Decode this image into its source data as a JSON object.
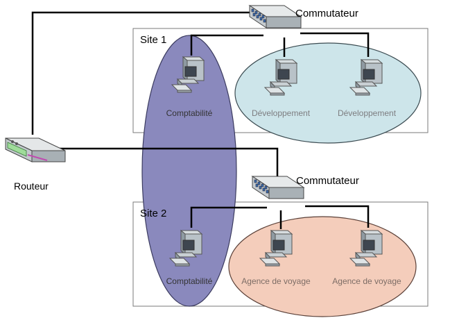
{
  "diagram": {
    "routeur": {
      "label": "Routeur"
    },
    "sites": [
      {
        "label": "Site 1",
        "switch_label": "Commutateur",
        "pcs": [
          {
            "label": "Comptabilité"
          },
          {
            "label": "Développement"
          },
          {
            "label": "Développement"
          }
        ]
      },
      {
        "label": "Site 2",
        "switch_label": "Commutateur",
        "pcs": [
          {
            "label": "Comptabilité"
          },
          {
            "label": "Agence de voyage"
          },
          {
            "label": "Agence de voyage"
          }
        ]
      }
    ],
    "groups": {
      "comptabilite": {
        "color": "#8a89bd"
      },
      "developpement": {
        "color": "#cde5ea"
      },
      "agence": {
        "color": "#f4cdbb"
      }
    }
  }
}
